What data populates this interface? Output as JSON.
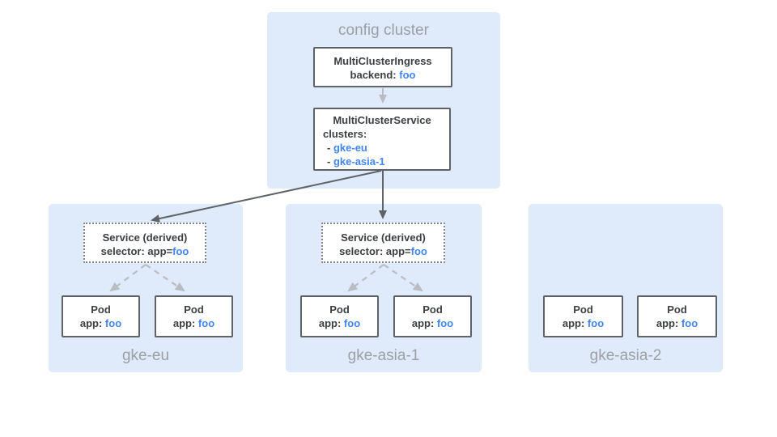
{
  "colors": {
    "panel_bg": "#dfebfa",
    "box_border": "#5f6368",
    "box_bg": "#ffffff",
    "text_dark": "#3c4043",
    "text_gray": "#9aa0a6",
    "accent_blue": "#4285f4",
    "arrow_dark": "#5f6368",
    "arrow_light": "#b9bdc3"
  },
  "config_cluster": {
    "title": "config cluster",
    "multi_cluster_ingress": {
      "title": "MultiClusterIngress",
      "backend_label": "backend:",
      "backend_value": "foo"
    },
    "multi_cluster_service": {
      "title": "MultiClusterService",
      "clusters_label": "clusters:",
      "bullet": "-",
      "cluster_refs": [
        "gke-eu",
        "gke-asia-1"
      ]
    }
  },
  "clusters": [
    {
      "name": "gke-eu",
      "derived_service": {
        "title": "Service (derived)",
        "selector_label": "selector: app=",
        "selector_value": "foo"
      },
      "pods": [
        {
          "title": "Pod",
          "app_label": "app:",
          "app_value": "foo"
        },
        {
          "title": "Pod",
          "app_label": "app:",
          "app_value": "foo"
        }
      ]
    },
    {
      "name": "gke-asia-1",
      "derived_service": {
        "title": "Service (derived)",
        "selector_label": "selector: app=",
        "selector_value": "foo"
      },
      "pods": [
        {
          "title": "Pod",
          "app_label": "app:",
          "app_value": "foo"
        },
        {
          "title": "Pod",
          "app_label": "app:",
          "app_value": "foo"
        }
      ]
    },
    {
      "name": "gke-asia-2",
      "pods": [
        {
          "title": "Pod",
          "app_label": "app:",
          "app_value": "foo"
        },
        {
          "title": "Pod",
          "app_label": "app:",
          "app_value": "foo"
        }
      ]
    }
  ]
}
